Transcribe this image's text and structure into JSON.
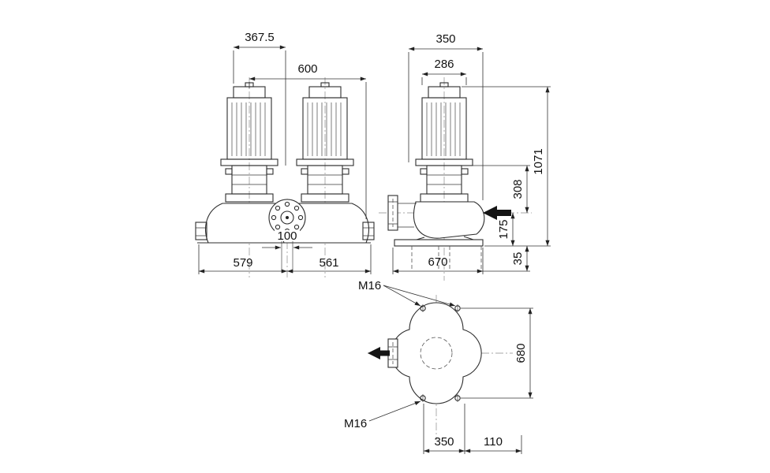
{
  "drawing": {
    "front": {
      "dim_width": "367.5",
      "dim_span": "600",
      "dim_ports": "100",
      "dim_left": "579",
      "dim_right": "561"
    },
    "side": {
      "dim_depth": "350",
      "dim_motor": "286",
      "dim_height": "1071",
      "dim_mid": "308",
      "dim_port": "175",
      "dim_base": "670",
      "dim_found": "35"
    },
    "plan": {
      "bolt_top": "M16",
      "bolt_bottom": "M16",
      "dim_length": "680",
      "dim_width": "350",
      "dim_offset": "110"
    }
  }
}
